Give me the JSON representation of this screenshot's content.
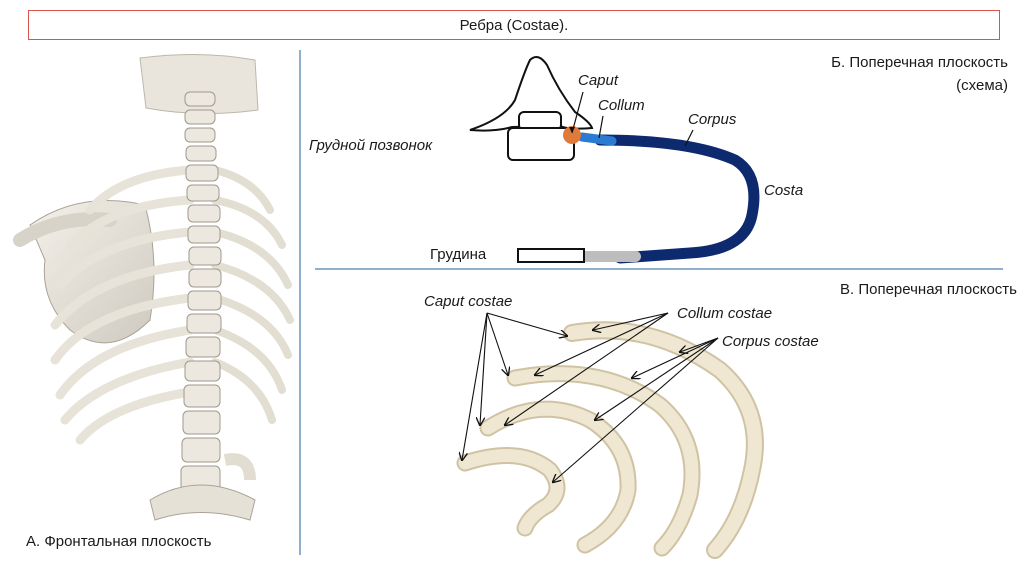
{
  "title": "Ребра (Costae).",
  "panel_a": {
    "caption": "А. Фронтальная плоскость"
  },
  "panel_b": {
    "heading_line1": "Б. Поперечная плоскость",
    "heading_line2": "(схема)",
    "labels": {
      "caput": "Caput",
      "collum": "Collum",
      "corpus": "Corpus",
      "costa": "Costa",
      "vertebra": "Грудной позвонок",
      "sternum": "Грудина"
    },
    "colors": {
      "rib": "#0d2a6e",
      "collum": "#2a7bd1",
      "caput": "#e07a3a",
      "cartilage": "#bdbdbd"
    }
  },
  "panel_c": {
    "heading": "В. Поперечная плоскость",
    "labels": {
      "caput_costae": "Caput costae",
      "collum_costae": "Collum costae",
      "corpus_costae": "Corpus costae"
    },
    "colors": {
      "bone": "#efe7d2",
      "bone_edge": "#cfc3a4"
    }
  }
}
